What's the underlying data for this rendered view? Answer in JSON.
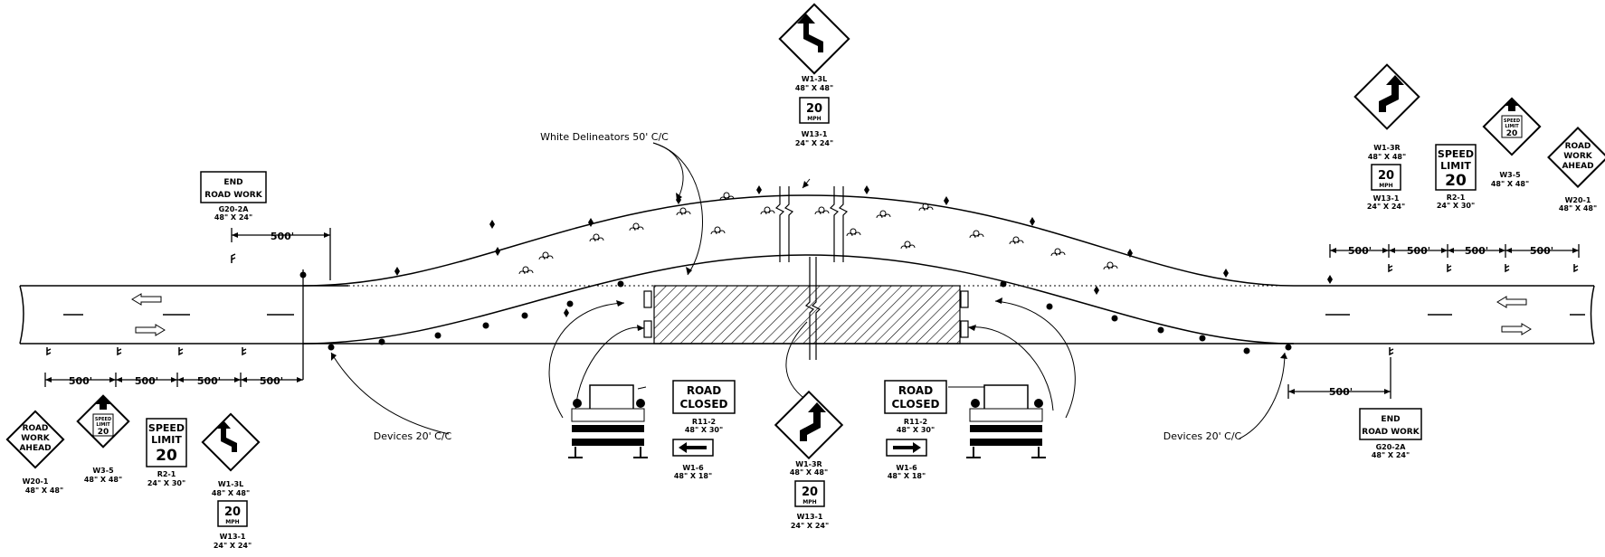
{
  "labels": {
    "delineators": "White Delineators 50' C/C",
    "devices": "Devices 20' C/C"
  },
  "dimensions": {
    "d500": "500'"
  },
  "signs": {
    "w1_3l": {
      "code": "W1-3L",
      "size": "48\" X 48\""
    },
    "w1_3r": {
      "code": "W1-3R",
      "size": "48\" X 48\""
    },
    "w13_1": {
      "line1": "20",
      "line2": "MPH",
      "code": "W13-1",
      "size": "24\" X 24\""
    },
    "w20_1": {
      "line1": "ROAD",
      "line2": "WORK",
      "line3": "AHEAD",
      "code": "W20-1",
      "size": "48\" X 48\""
    },
    "w3_5": {
      "line1": "SPEED",
      "line2": "LIMIT",
      "line3": "20",
      "code": "W3-5",
      "size": "48\" X 48\""
    },
    "r2_1": {
      "line1": "SPEED",
      "line2": "LIMIT",
      "line3": "20",
      "code": "R2-1",
      "size": "24\" X 30\""
    },
    "g20_2a": {
      "line1": "END",
      "line2": "ROAD WORK",
      "code": "G20-2A",
      "size": "48\" X 24\""
    },
    "r11_2": {
      "line1": "ROAD",
      "line2": "CLOSED",
      "code": "R11-2",
      "size": "48\" X 30\""
    },
    "w1_6": {
      "code": "W1-6",
      "size": "48\" X 18\""
    }
  }
}
